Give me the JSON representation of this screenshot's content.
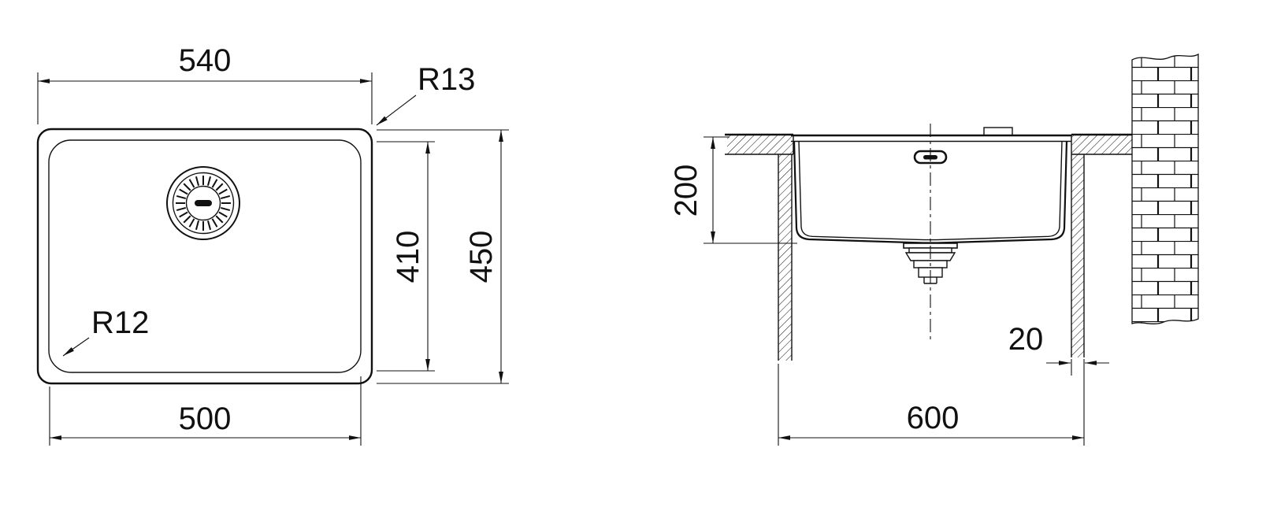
{
  "drawing": {
    "background_color": "#ffffff",
    "line_color": "#111111",
    "plan_view": {
      "outer_width": "540",
      "inner_width": "500",
      "outer_height": "450",
      "inner_height": "410",
      "outer_corner_radius": "R13",
      "inner_corner_radius": "R12"
    },
    "section_view": {
      "bowl_depth": "200",
      "edge_offset": "20",
      "cabinet_width": "600"
    }
  }
}
